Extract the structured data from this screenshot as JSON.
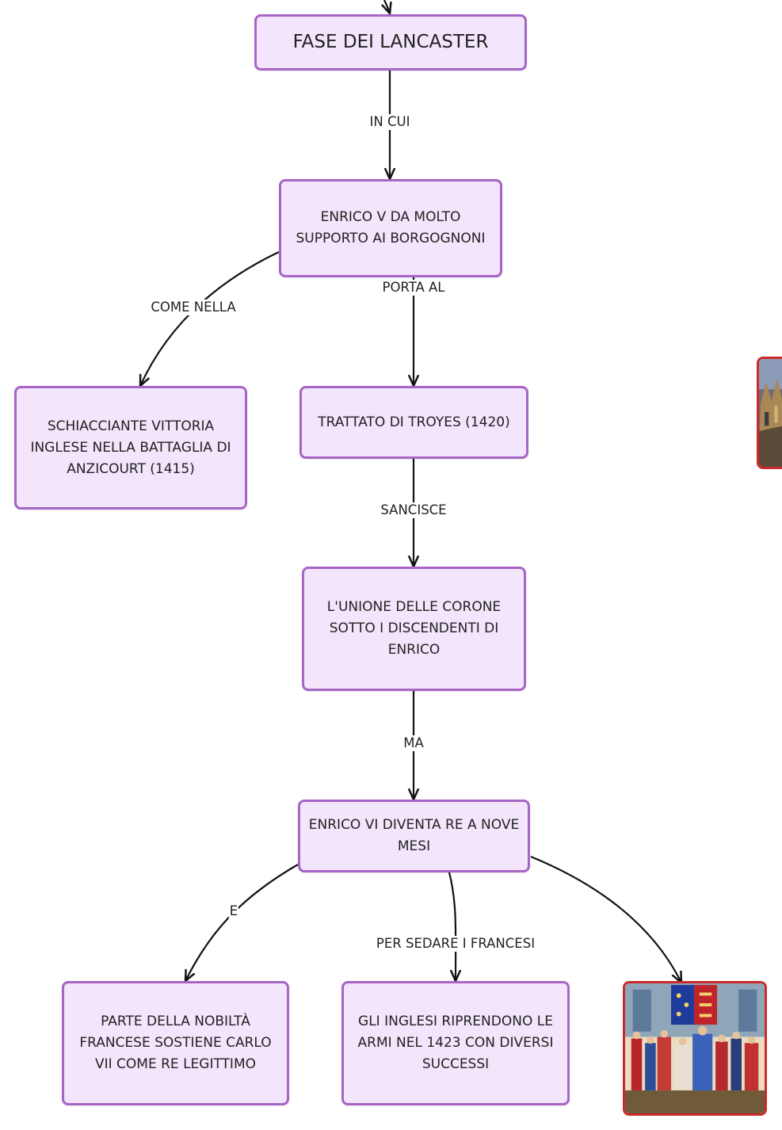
{
  "nodes": {
    "fase": "FASE DEI LANCASTER",
    "enrico_v": "ENRICO V DA MOLTO SUPPORTO AI BORGOGNONI",
    "vittoria": "SCHIACCIANTE VITTORIA INGLESE NELLA BATTAGLIA DI ANZICOURT (1415)",
    "trattato": "TRATTATO DI TROYES (1420)",
    "unione": "L'UNIONE DELLE CORONE SOTTO I DISCENDENTI DI ENRICO",
    "enrico_vi": "ENRICO VI DIVENTA RE A NOVE MESI",
    "nobilta": "PARTE DELLA NOBILTÀ FRANCESE SOSTIENE CARLO VII COME RE LEGITTIMO",
    "inglesi": "GLI INGLESI RIPRENDONO LE ARMI NEL 1423 CON DIVERSI SUCCESSI"
  },
  "links": {
    "in_cui": "IN CUI",
    "come_nella": "COME NELLA",
    "porta_al": "PORTA AL",
    "sancisce": "SANCISCE",
    "ma": "MA",
    "e": "E",
    "per_sedare": "PER SEDARE I FRANCESI"
  },
  "images": {
    "side_picture": "medieval painting thumbnail",
    "coronation_picture": "medieval coronation miniature"
  },
  "colors": {
    "node_fill": "#f3e5fb",
    "node_border": "#a765c6",
    "picture_border": "#cc2a2a",
    "connector": "#111111"
  }
}
